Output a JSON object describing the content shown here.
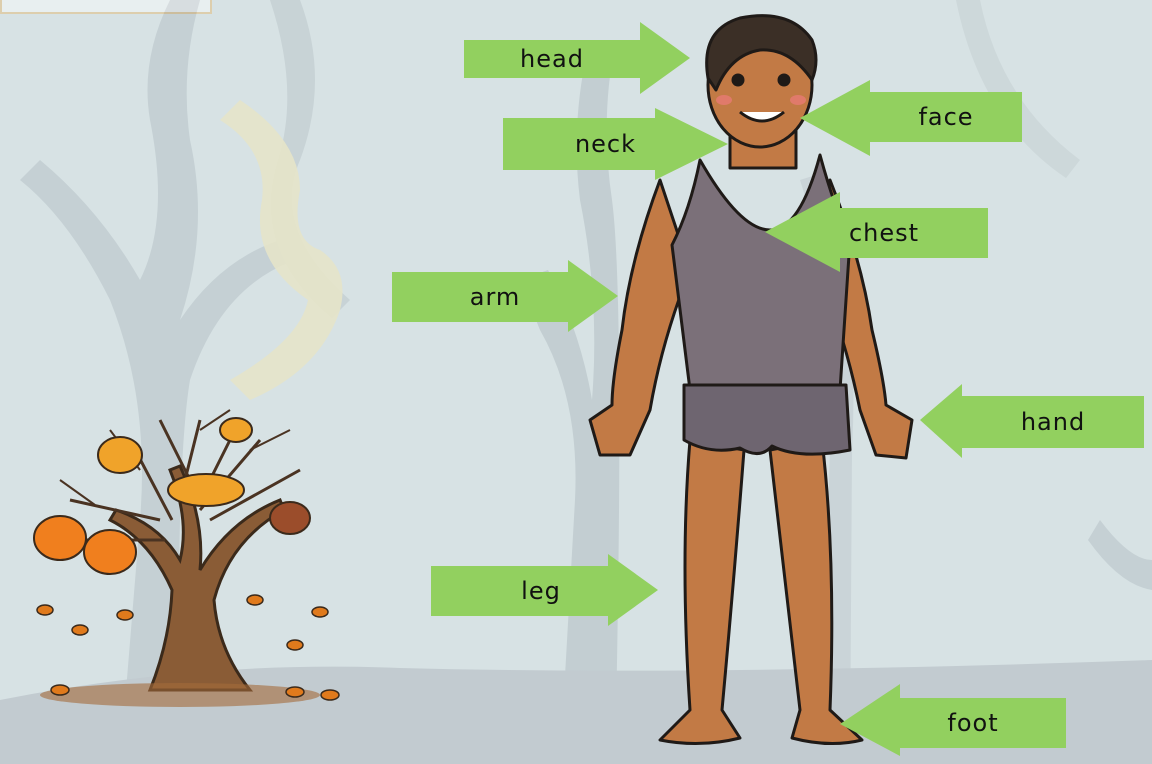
{
  "labels": {
    "head": "head",
    "face": "face",
    "neck": "neck",
    "chest": "chest",
    "arm": "arm",
    "hand": "hand",
    "leg": "leg",
    "foot": "foot"
  },
  "colors": {
    "arrow": "#92d05f",
    "background": "#d7e2e4",
    "ground": "#c2cbd0",
    "skin": "#c27a45",
    "vest": "#7b7079",
    "hair": "#3b2f26",
    "tree_trunk": "#8a5c36",
    "leaf_orange": "#f0a32a"
  }
}
